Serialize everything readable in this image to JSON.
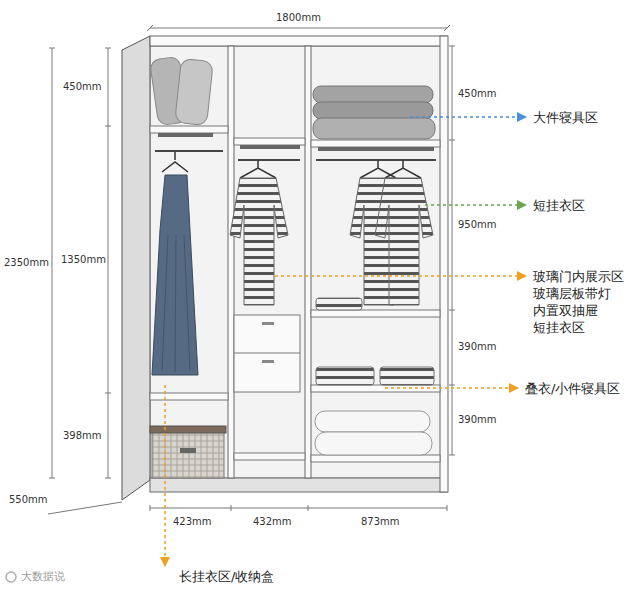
{
  "diagram": {
    "labels": [
      "1800mm",
      "450mm",
      "450mm",
      "大件寝具区",
      "短挂衣区",
      "950mm",
      "2350mm",
      "1350mm",
      "玻璃门内展示区 玻璃层板带灯 内置双抽屉 短挂衣区",
      "390mm",
      "叠衣/小件寝具区",
      "390mm",
      "398mm",
      "550mm",
      "423mm",
      "432mm",
      "873mm",
      "长挂衣区/收纳盒",
      "大数据说"
    ]
  }
}
